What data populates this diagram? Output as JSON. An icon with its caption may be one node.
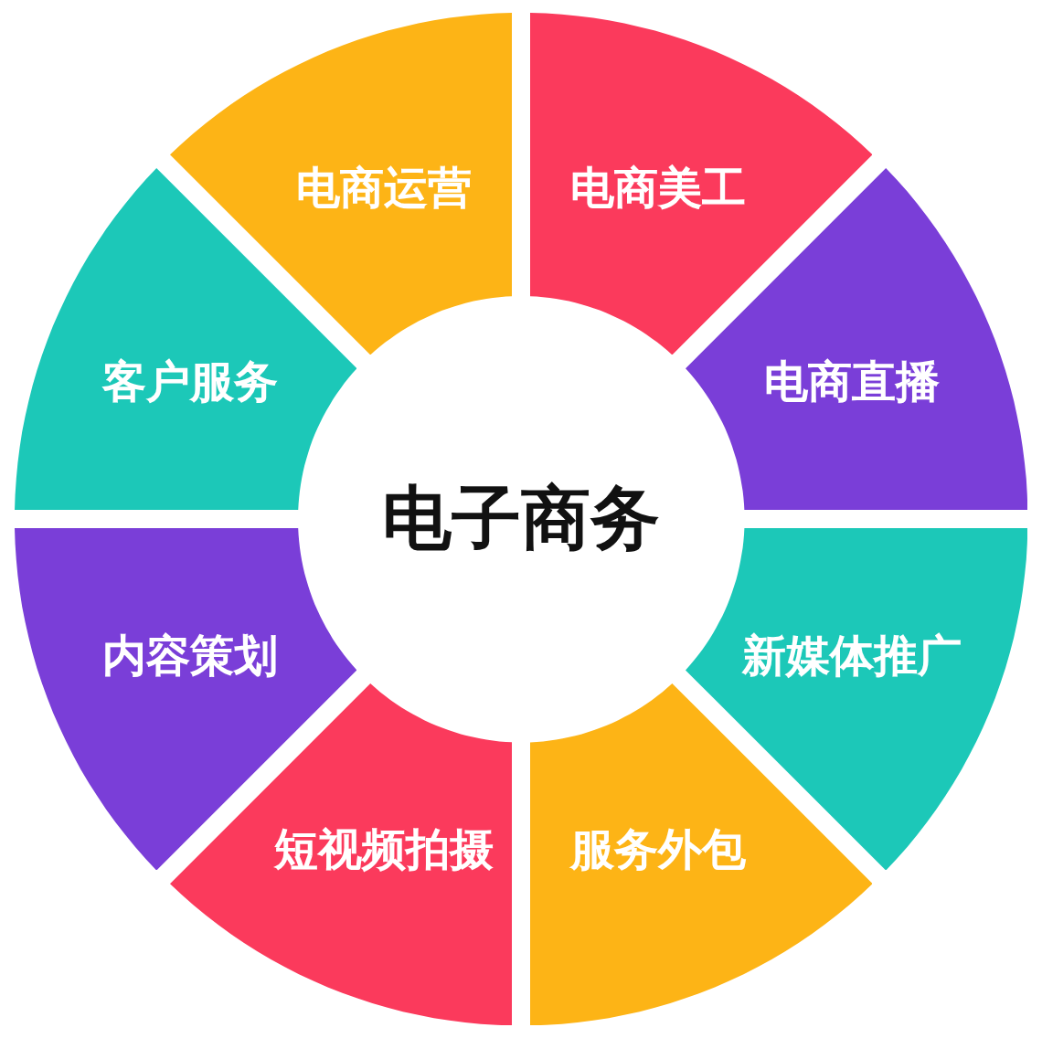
{
  "diagram": {
    "nodes": [
      {
        "text": [
          "电子商务"
        ]
      },
      {
        "text": [
          "电商运营"
        ]
      },
      {
        "text": [
          "电商美工"
        ]
      },
      {
        "text": [
          "客户服务"
        ]
      },
      {
        "text": [
          "电商直播"
        ]
      },
      {
        "text": [
          "内容策划"
        ]
      },
      {
        "text": [
          "新媒体推广"
        ]
      },
      {
        "text": [
          "短视频拍摄"
        ]
      },
      {
        "text": [
          "服务外包"
        ]
      }
    ]
  }
}
